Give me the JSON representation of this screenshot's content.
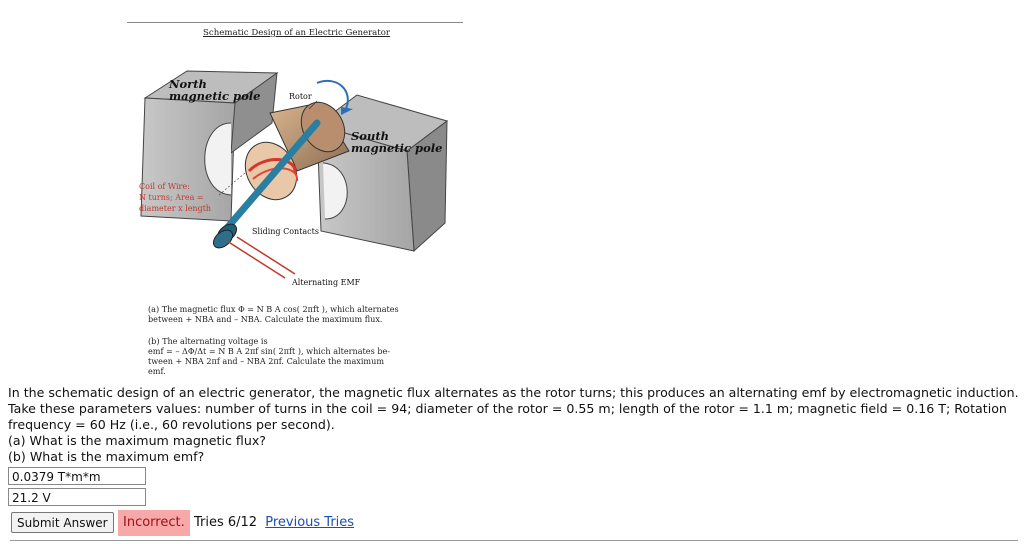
{
  "figure": {
    "title": "Schematic Design of an Electric Generator",
    "north_label": [
      "North",
      "magnetic pole"
    ],
    "south_label": [
      "South",
      "magnetic pole"
    ],
    "rotor_label": "Rotor",
    "coil_label": [
      "Coil of Wire:",
      "N turns; Area =",
      "diameter x length"
    ],
    "sliding_label": "Sliding Contacts",
    "emf_label": "Alternating EMF",
    "note_a": [
      "(a) The magnetic flux Φ = N B A cos( 2πft ), which alternates",
      "between + NBA and – NBA. Calculate the maximum flux."
    ],
    "note_b": [
      "(b) The alternating voltage is",
      "emf = – ΔΦ/Δt = N B A 2πf sin( 2πft ), which alternates be-",
      "tween + NBA 2πf  and – NBA 2πf. Calculate the maximum",
      "emf."
    ]
  },
  "question": {
    "lines": [
      "In the schematic design of an electric generator, the magnetic flux alternates as the rotor turns; this produces an alternating emf by electromagnetic induction. Take these parameters values: number of turns in the coil = 94; diameter of the rotor = 0.55 m; length of the rotor = 1.1 m; magnetic field = 0.16 T; Rotation frequency = 60 Hz (i.e., 60 revolutions per second).",
      "(a) What is the maximum magnetic flux?",
      "(b) What is the maximum emf?"
    ]
  },
  "answers": {
    "a_value": "0.0379 T*m*m",
    "b_value": "21.2 V"
  },
  "controls": {
    "submit_label": "Submit Answer",
    "status": "Incorrect.",
    "tries_text": "Tries 6/12",
    "previous_tries_link": "Previous Tries"
  },
  "colors": {
    "incorrect_bg": "#f7a8a8",
    "link": "#1a4fb5",
    "coil_red": "#c0392b"
  }
}
